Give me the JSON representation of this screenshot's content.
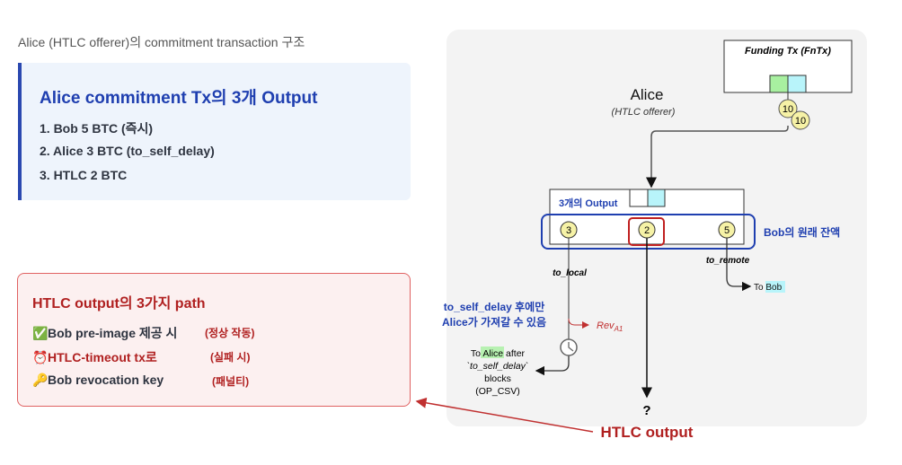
{
  "header": "Alice (HTLC offerer)의 commitment transaction 구조",
  "outputs_box": {
    "title": "Alice commitment Tx의 3개 Output",
    "items": [
      "1. Bob 5 BTC (즉시)",
      "2. Alice 3 BTC (to_self_delay)",
      "3. HTLC 2 BTC"
    ]
  },
  "paths_box": {
    "title": "HTLC output의 3가지 path",
    "items": [
      {
        "icon": "✅",
        "label": "Bob pre-image 제공 시",
        "note": "(정상 작동)"
      },
      {
        "icon": "⏰",
        "label": "HTLC-timeout tx로",
        "note": "(실패 시)"
      },
      {
        "icon": "🔑",
        "label": "Bob revocation key",
        "note": "(패널티)"
      }
    ]
  },
  "diagram": {
    "funding_title": "Funding Tx (FnTx)",
    "funding_amounts": [
      "10",
      "10"
    ],
    "alice": "Alice",
    "alice_role": "(HTLC offerer)",
    "output_box_label": "3개의 Output",
    "outputs": [
      "3",
      "2",
      "5"
    ],
    "bob_balance_label": "Bob의 원래 잔액",
    "to_local": "to_local",
    "to_remote": "to_remote",
    "to_bob_prefix": "To ",
    "to_bob_name": "Bob",
    "rev": "Rev",
    "rev_sub": "A1",
    "delay_note": [
      "to_self_delay 후에만",
      "Alice가 가져갈 수 있음"
    ],
    "to_alice": [
      "To ",
      "Alice",
      " after"
    ],
    "to_alice_rest": [
      "`to_self_delay`",
      "blocks",
      "(OP_CSV)"
    ],
    "unknown": "?",
    "htlc_label": "HTLC output"
  },
  "colors": {
    "blue": "#1f3fb0",
    "red": "#b02020",
    "green": "#a8f0a0",
    "cyan": "#b8f4fa",
    "coin": "#f6f2a6"
  }
}
